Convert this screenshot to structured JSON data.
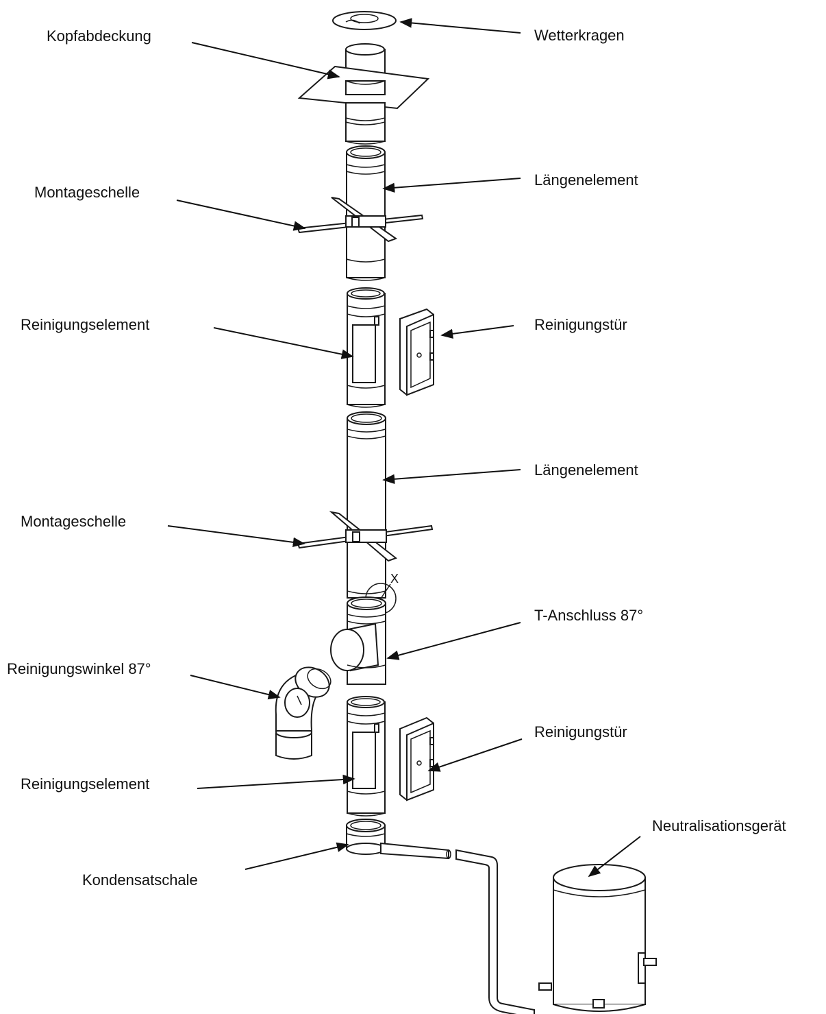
{
  "labels": {
    "kopfabdeckung": "Kopfabdeckung",
    "wetterkragen": "Wetterkragen",
    "montageschelle_1": "Montageschelle",
    "laengenelement_1": "Längenelement",
    "reinigungselement_1": "Reinigungselement",
    "reinigungstuer_1": "Reinigungstür",
    "laengenelement_2": "Längenelement",
    "montageschelle_2": "Montageschelle",
    "t_anschluss": "T-Anschluss 87°",
    "reinigungswinkel": "Reinigungswinkel 87°",
    "reinigungstuer_2": "Reinigungstür",
    "reinigungselement_2": "Reinigungselement",
    "neutralisationsgeraet": "Neutralisationsgerät",
    "kondensatschale": "Kondensatschale",
    "detail_marker": "X"
  },
  "colors": {
    "line": "#1a1a1a",
    "text": "#111111",
    "fill": "#ffffff"
  }
}
